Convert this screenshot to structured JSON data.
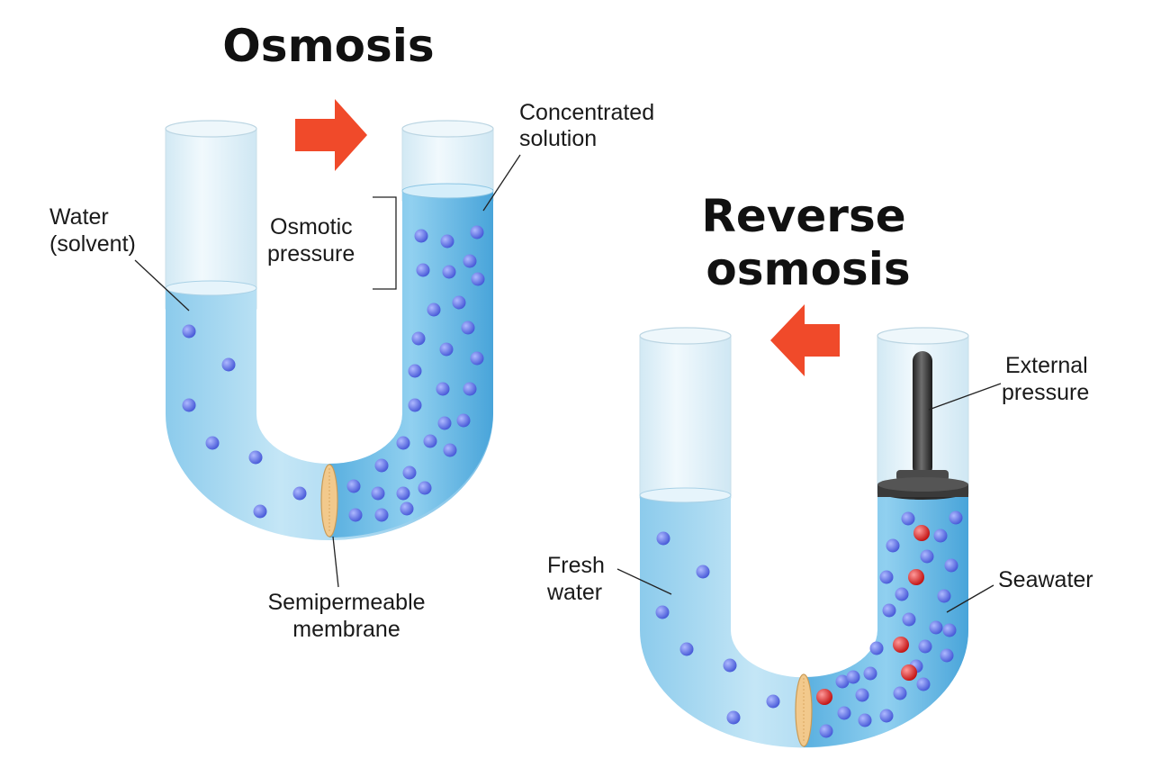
{
  "osmosis": {
    "title": "Osmosis",
    "labels": {
      "concentrated_1": "Concentrated",
      "concentrated_2": "solution",
      "osmotic_1": "Osmotic",
      "osmotic_2": "pressure",
      "water_1": "Water",
      "water_2": "(solvent)",
      "membrane_1": "Semipermeable",
      "membrane_2": "membrane"
    }
  },
  "reverse": {
    "title_1": "Reverse",
    "title_2": "osmosis",
    "labels": {
      "external_1": "External",
      "external_2": "pressure",
      "fresh_1": "Fresh",
      "fresh_2": "water",
      "seawater": "Seawater"
    }
  },
  "colors": {
    "water": "#a9d8f0",
    "water_dark": "#5bb5e3",
    "tube_glass": "#e3f1f8",
    "molecule_blue": "#5a6fe0",
    "molecule_red": "#d91e1e",
    "arrow": "#f04a2a",
    "membrane": "#f2c98c",
    "piston": "#3a3a3a"
  },
  "icons": [
    "arrow-right-icon",
    "arrow-left-icon",
    "piston-icon",
    "membrane-icon"
  ]
}
